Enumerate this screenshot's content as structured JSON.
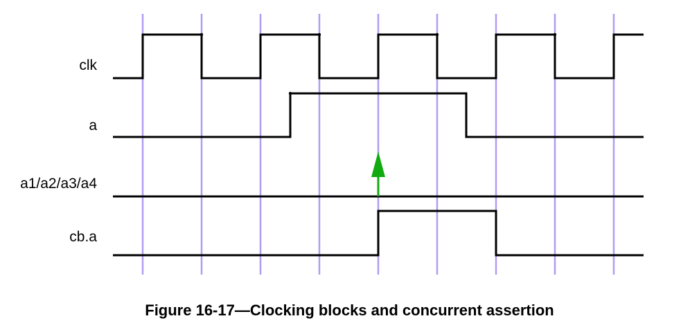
{
  "diagram": {
    "type": "timing-diagram",
    "caption": "Figure 16-17—Clocking blocks and concurrent assertion",
    "signals": [
      {
        "label": "clk"
      },
      {
        "label": "a"
      },
      {
        "label": "a1/a2/a3/a4"
      },
      {
        "label": "cb.a"
      }
    ],
    "colors": {
      "waveform": "#000000",
      "clock_edge_lines": "#b09cf0",
      "assertion_arrow": "#11aa11"
    }
  }
}
